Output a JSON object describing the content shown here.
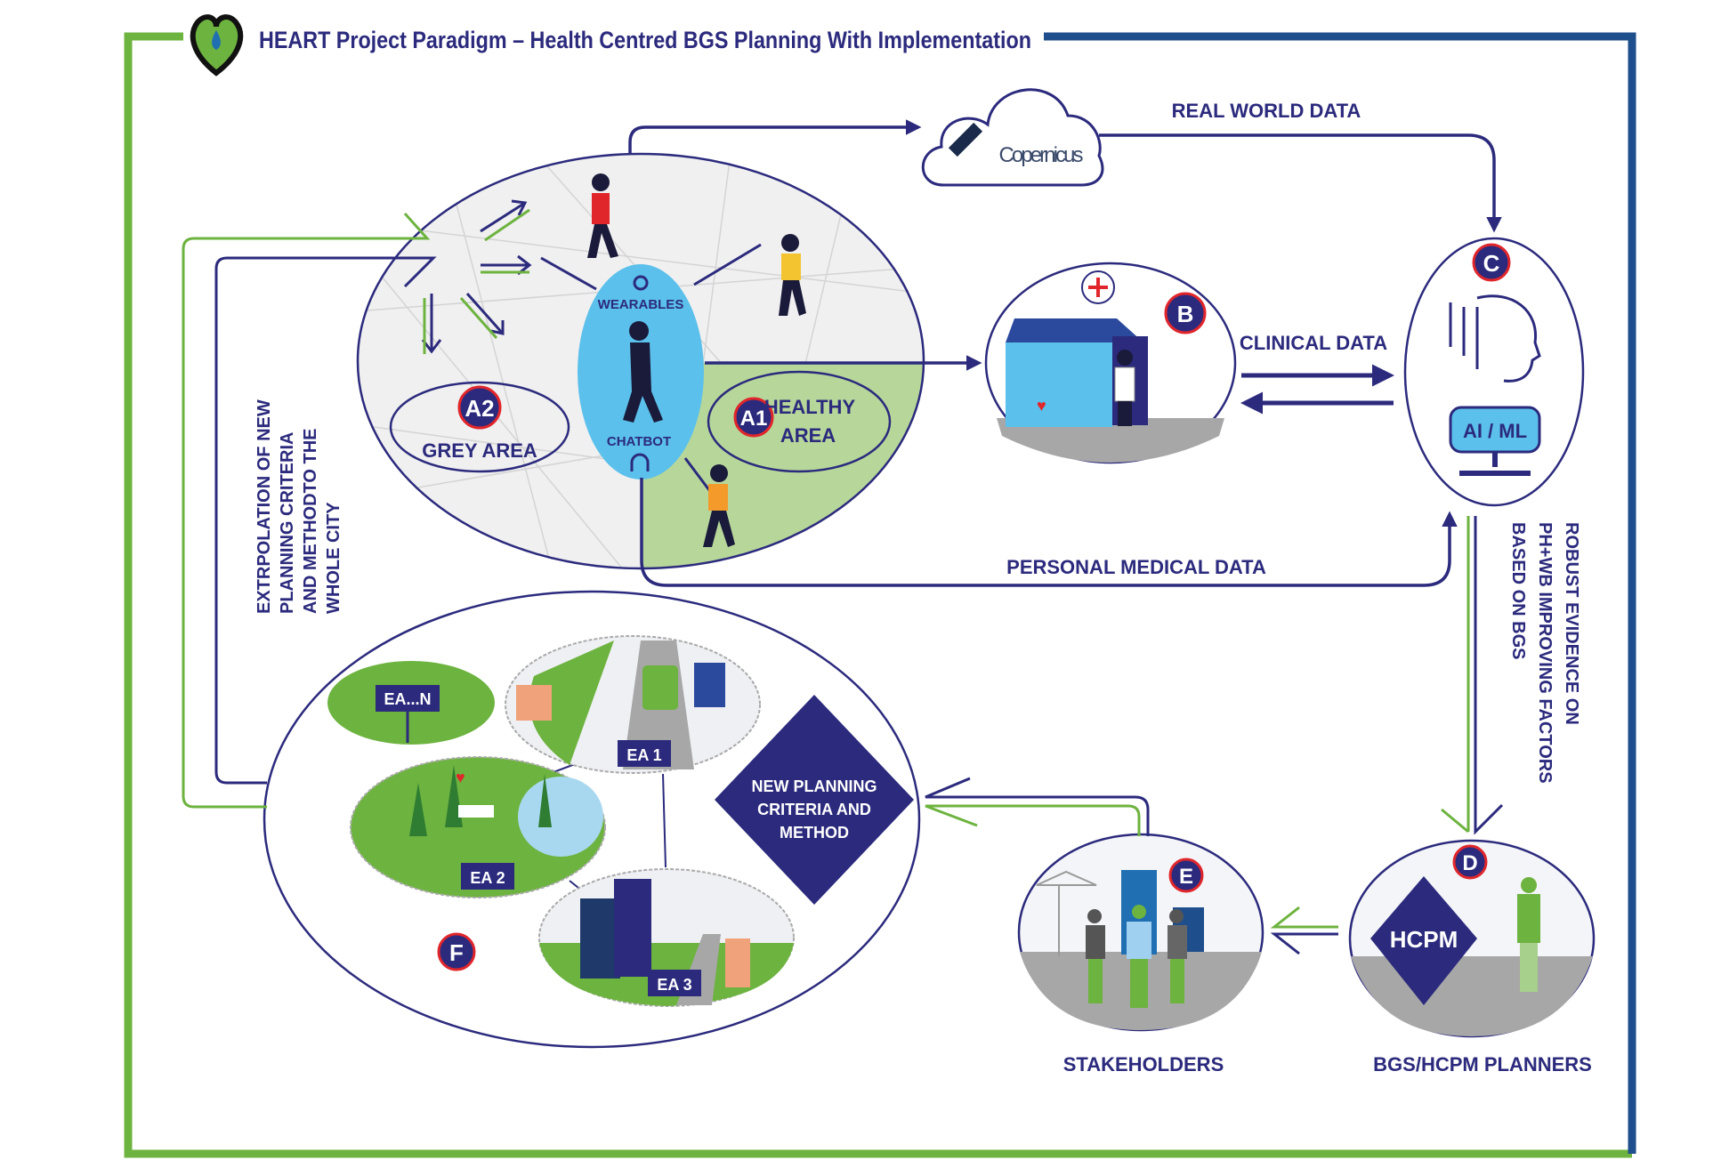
{
  "title": "HEART Project Paradigm – Health Centred BGS Planning With Implementation",
  "colors": {
    "navy": "#2b2a7d",
    "green": "#6db33f",
    "frame_blue": "#1f4e8c",
    "light_blue": "#5bc0eb",
    "red": "#e0262b",
    "grey": "#a7a7a7"
  },
  "cloud": {
    "logo": "Copernicus"
  },
  "flows": {
    "real_world_data": "REAL WORLD DATA",
    "clinical_data": "CLINICAL DATA",
    "personal_medical_data": "PERSONAL MEDICAL DATA",
    "robust_evidence": [
      "ROBUST EVIDENCE ON",
      "PH+WB IMPROVING FACTORS",
      "BASED ON BGS"
    ],
    "extrapolation": [
      "EXTRPOLATION OF NEW",
      "PLANNING CRITERIA",
      "AND METHODTO THE",
      "WHOLE CITY"
    ]
  },
  "nodes": {
    "a2": {
      "badge": "A2",
      "label": "GREY AREA"
    },
    "a1": {
      "badge": "A1",
      "label_1": "HEALTHY",
      "label_2": "AREA"
    },
    "wearables": {
      "top": "WEARABLES",
      "bottom": "CHATBOT"
    },
    "b": {
      "badge": "B"
    },
    "c": {
      "badge": "C",
      "screen": "AI / ML"
    },
    "d": {
      "badge": "D",
      "diamond": "HCPM",
      "caption": "BGS/HCPM PLANNERS"
    },
    "e": {
      "badge": "E",
      "caption": "STAKEHOLDERS"
    },
    "f": {
      "badge": "F",
      "diamond": [
        "NEW PLANNING",
        "CRITERIA AND",
        "METHOD"
      ],
      "areas": [
        "EA...N",
        "EA 1",
        "EA 2",
        "EA 3"
      ]
    }
  }
}
